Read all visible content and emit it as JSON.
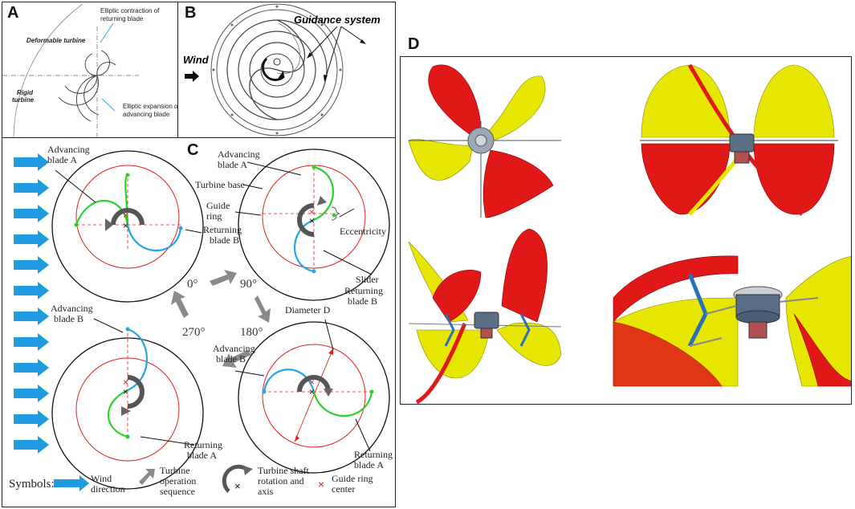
{
  "panels": {
    "a": {
      "label": "A",
      "deformable": "Deformable turbine",
      "contraction_l1": "Elliptic contraction of",
      "contraction_l2": "returning blade",
      "rigid_l1": "Rigid",
      "rigid_l2": "turbine",
      "expansion_l1": "Elliptic expansion of",
      "expansion_l2": "advancing blade"
    },
    "b": {
      "label": "B",
      "guidance": "Guidance system",
      "wind": "Wind"
    },
    "c": {
      "label": "C",
      "angles": {
        "a0": "0°",
        "a90": "90°",
        "a180": "180°",
        "a270": "270°"
      },
      "adv_a_l1": "Advancing",
      "adv_a_l2": "blade A",
      "adv_a2_l1": "Advancing",
      "adv_a2_l2": "blade A",
      "turbine_base": "Turbine base",
      "guide_l1": "Guide",
      "guide_l2": "ring",
      "eccentricity": "Eccentricity",
      "ret_b_l1": "Returning",
      "ret_b_l2": "blade B",
      "slider": "Slider",
      "ret_b2_l1": "Returning",
      "ret_b2_l2": "blade B",
      "adv_b_l1": "Advancing",
      "adv_b_l2": "blade B",
      "diameter": "Diameter D",
      "adv_b2_l1": "Advancing",
      "adv_b2_l2": "blade B",
      "ret_a_l1": "Returning",
      "ret_a_l2": "blade A",
      "ret_a2_l1": "Returning",
      "ret_a2_l2": "blade A",
      "symbols": {
        "title": "Symbols:",
        "wind_l1": "Wind",
        "wind_l2": "direction",
        "seq_l1": "Turbine",
        "seq_l2": "operation",
        "seq_l3": "sequence",
        "shaft_l1": "Turbine shaft",
        "shaft_l2": "rotation and",
        "shaft_l3": "axis",
        "guide_l1": "Guide ring",
        "guide_l2": "center"
      }
    },
    "d": {
      "label": "D"
    }
  },
  "colors": {
    "wind_arrow": "#1f9be0",
    "advancing_blade": "#2ad12a",
    "returning_blade": "#25a4e6",
    "guide_ring": "#e52020",
    "sequence_arrow": "#8a8a8a",
    "render_red": "#e01818",
    "render_yellow": "#e6e600"
  }
}
